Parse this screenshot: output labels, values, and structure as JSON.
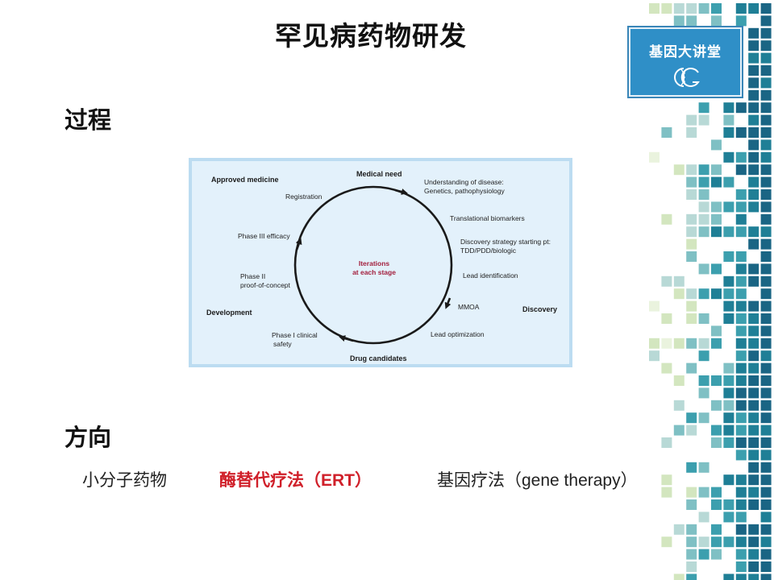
{
  "slide": {
    "title": "罕见病药物研发",
    "heading_process": "过程",
    "heading_direction": "方向"
  },
  "logo": {
    "text": "基因大讲堂",
    "mark_text": "CG"
  },
  "diagram": {
    "stage_labels": {
      "medical_need": "Medical need",
      "discovery": "Discovery",
      "drug_candidates": "Drug candidates",
      "development": "Development",
      "approved_medicine": "Approved medicine"
    },
    "steps": {
      "understanding_1": "Understanding of disease:",
      "understanding_2": "Genetics, pathophysiology",
      "translational": "Translational biomarkers",
      "discovery_strategy_1": "Discovery strategy starting pt:",
      "discovery_strategy_2": "TDD/PDD/biologic",
      "lead_identification": "Lead identification",
      "mmoa": "MMOA",
      "lead_optimization": "Lead optimization",
      "phase1_1": "Phase I clinical",
      "phase1_2": "safety",
      "phase2_1": "Phase II",
      "phase2_2": "proof-of-concept",
      "phase3": "Phase III efficacy",
      "registration": "Registration"
    },
    "center": {
      "line1": "Iterations",
      "line2": "at each stage"
    },
    "colors": {
      "background": "#e3f1fb",
      "border": "#bcdcf1",
      "cycle": "#1a1a1a",
      "center_text": "#a3203e"
    }
  },
  "directions": {
    "small_molecule": "小分子药物",
    "ert_cn": "酶替代疗法（",
    "ert_en": "ERT",
    "ert_close": "）",
    "gene_cn": "基因疗法（",
    "gene_en": "gene therapy",
    "gene_close": "）"
  },
  "colors": {
    "accent_red": "#d0202a",
    "logo_blue": "#2f8fc7",
    "mosaic_dark": "#1f6f8b",
    "mosaic_teal": "#2e9aa8",
    "mosaic_light": "#cfe3b8"
  }
}
